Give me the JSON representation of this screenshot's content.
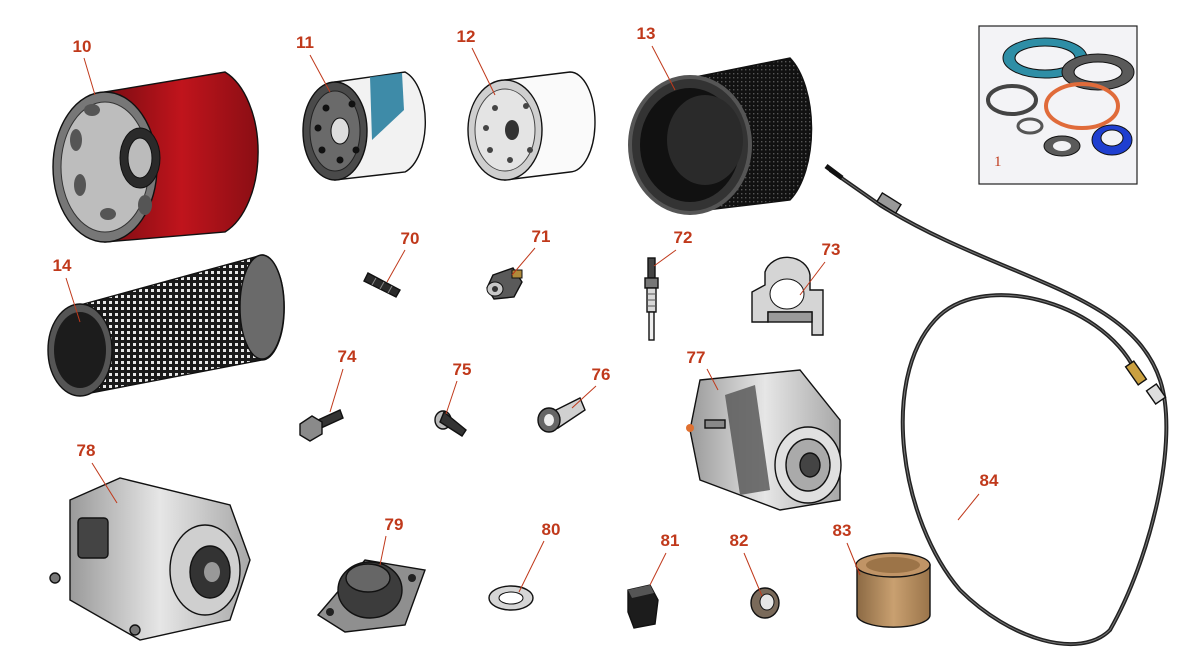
{
  "colors": {
    "callout": "#c0391b",
    "leader": "#c0391b",
    "outline": "#111111",
    "dark_grey": "#3a3a3a",
    "mid_grey": "#6f6f6f",
    "light_grey": "#d8d8d8",
    "filter_red": "#c0141c",
    "filter_label_blue": "#2a7fa0",
    "seal_teal": "#2e8ea6",
    "seal_orange": "#e06b3a",
    "seal_blue": "#1f3fd0",
    "bushing_tan": "#b98a5e"
  },
  "inset": {
    "label": "1",
    "icon": "seal-kit-icon"
  },
  "parts": [
    {
      "number": "10",
      "icon": "red-canister-filter-icon"
    },
    {
      "number": "11",
      "icon": "spin-on-oil-filter-icon"
    },
    {
      "number": "12",
      "icon": "spin-on-fuel-filter-icon"
    },
    {
      "number": "13",
      "icon": "air-filter-outer-icon"
    },
    {
      "number": "14",
      "icon": "air-filter-inner-icon"
    },
    {
      "number": "70",
      "icon": "stud-icon"
    },
    {
      "number": "71",
      "icon": "sender-switch-icon"
    },
    {
      "number": "72",
      "icon": "glow-plug-icon"
    },
    {
      "number": "73",
      "icon": "exhaust-clamp-icon"
    },
    {
      "number": "74",
      "icon": "bolt-icon"
    },
    {
      "number": "75",
      "icon": "hose-clip-icon"
    },
    {
      "number": "76",
      "icon": "banjo-fitting-icon"
    },
    {
      "number": "77",
      "icon": "alternator-icon"
    },
    {
      "number": "78",
      "icon": "starter-motor-icon"
    },
    {
      "number": "79",
      "icon": "engine-mount-icon"
    },
    {
      "number": "80",
      "icon": "washer-icon"
    },
    {
      "number": "81",
      "icon": "relay-icon"
    },
    {
      "number": "82",
      "icon": "grommet-icon"
    },
    {
      "number": "83",
      "icon": "bushing-icon"
    },
    {
      "number": "84",
      "icon": "throttle-cable-icon"
    }
  ]
}
